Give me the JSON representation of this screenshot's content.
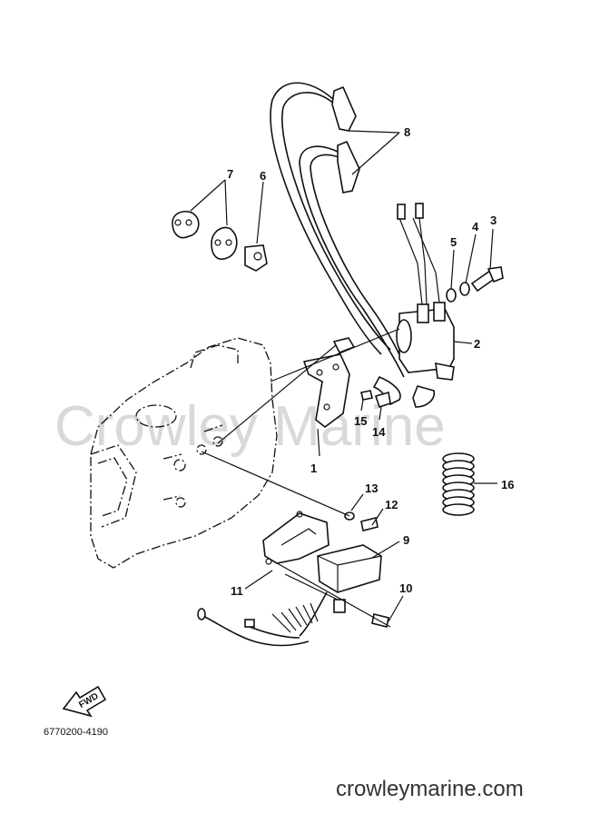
{
  "watermark": "Crowley Marine",
  "footer_url": "crowleymarine.com",
  "diagram_code": "6770200-4190",
  "fwd_label": "FWD",
  "callouts": [
    "1",
    "2",
    "3",
    "4",
    "5",
    "6",
    "7",
    "8",
    "9",
    "10",
    "11",
    "12",
    "13",
    "14",
    "15",
    "16"
  ]
}
